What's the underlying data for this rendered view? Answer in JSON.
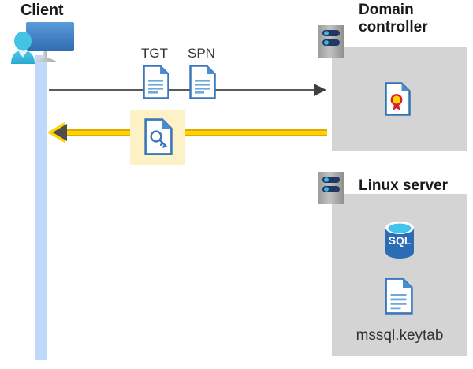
{
  "diagram": {
    "title_client": "Client",
    "title_domain_controller": "Domain\ncontroller",
    "title_domain_controller_line1": "Domain",
    "title_domain_controller_line2": "controller",
    "title_linux_server": "Linux server",
    "label_tgt": "TGT",
    "label_spn": "SPN",
    "label_keytab_file": "mssql.keytab"
  },
  "icons": {
    "client": "user-workstation-icon",
    "domain_controller_rack": "server-rack-icon",
    "linux_server_rack": "server-rack-icon",
    "tgt_document": "document-icon",
    "spn_document": "document-icon",
    "key_document": "document-key-icon",
    "certificate_document": "certificate-icon",
    "sql_database": "sql-database-icon",
    "keytab_document": "document-icon"
  },
  "connectors": {
    "request_arrow": {
      "name": "request-arrow",
      "direction": "client-to-domain-controller",
      "color": "#5a5a5a"
    },
    "response_arrow": {
      "name": "response-arrow",
      "direction": "domain-controller-to-client",
      "color": "#ffd200"
    }
  },
  "colors": {
    "panel_gray": "#d4d4d4",
    "lifeline_blue": "#bed9fa",
    "highlight_yellow": "#fdf1c6",
    "arrow_yellow": "#ffd200",
    "arrow_gray": "#5a5a5a",
    "doc_blue": "#3b77bc",
    "sql_blue": "#2a6db5",
    "cert_red": "#d62027",
    "cert_gold": "#ffd200"
  }
}
